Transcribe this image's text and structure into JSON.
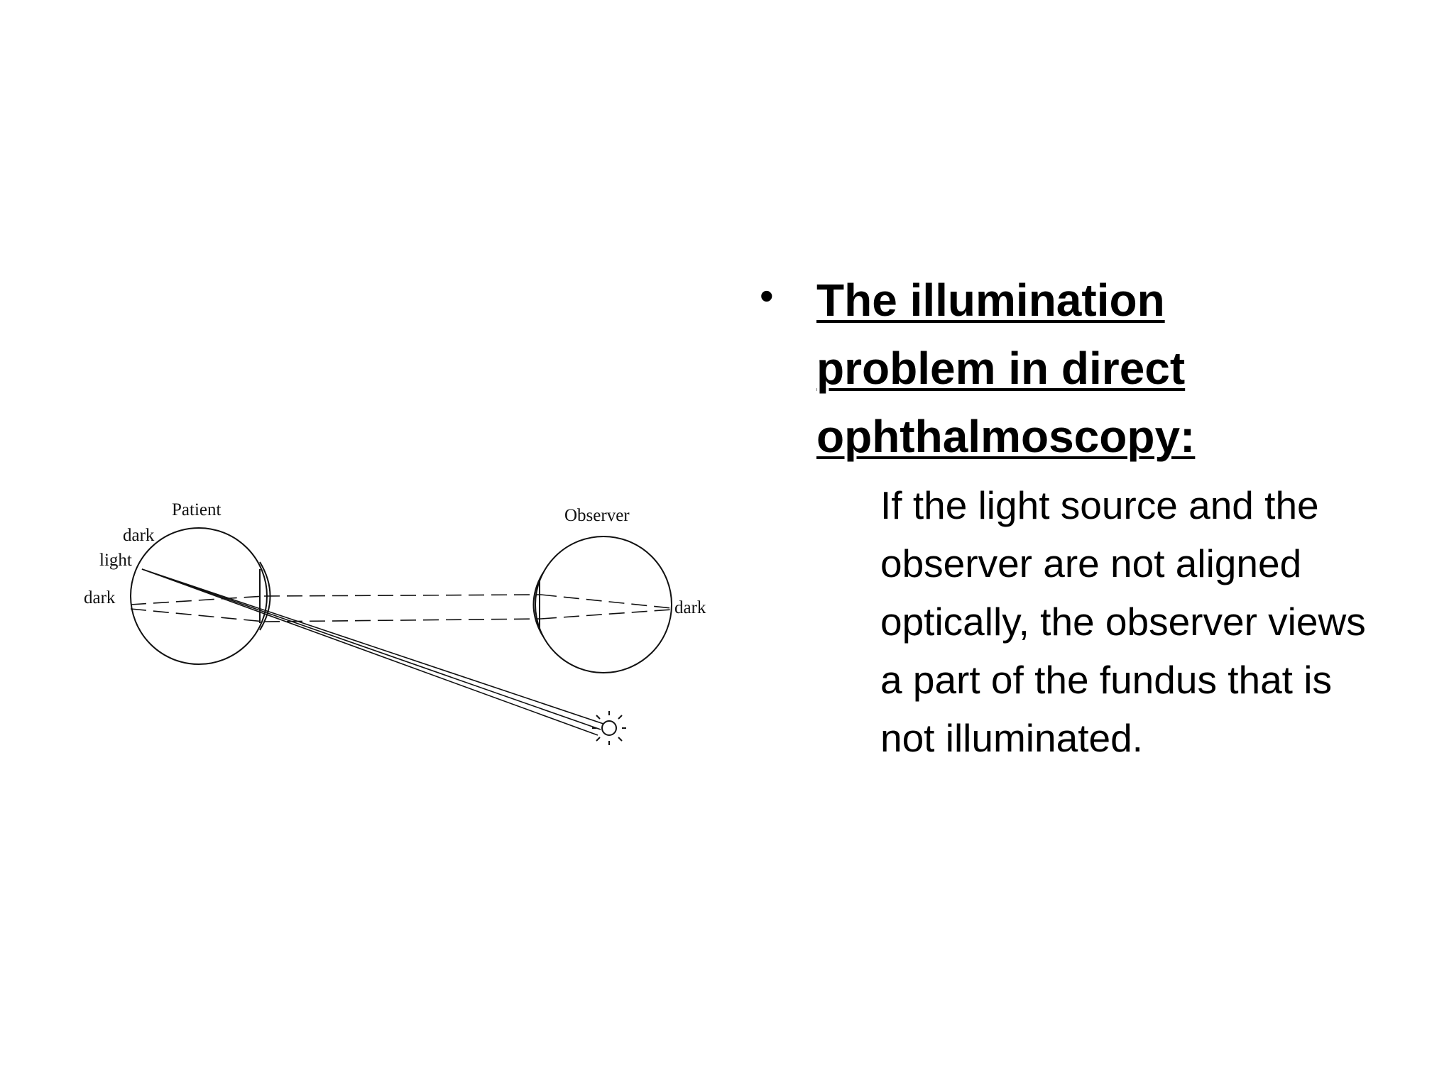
{
  "slide": {
    "bullet": "•",
    "heading": "The illumination problem in direct ophthalmoscopy:",
    "body": "If the light source and the observer are not aligned optically, the observer views a part of the fundus that is not illuminated."
  },
  "diagram": {
    "labels": {
      "patient": "Patient",
      "observer": "Observer",
      "dark_top": "dark",
      "light": "light",
      "dark_left": "dark",
      "dark_right": "dark"
    }
  }
}
